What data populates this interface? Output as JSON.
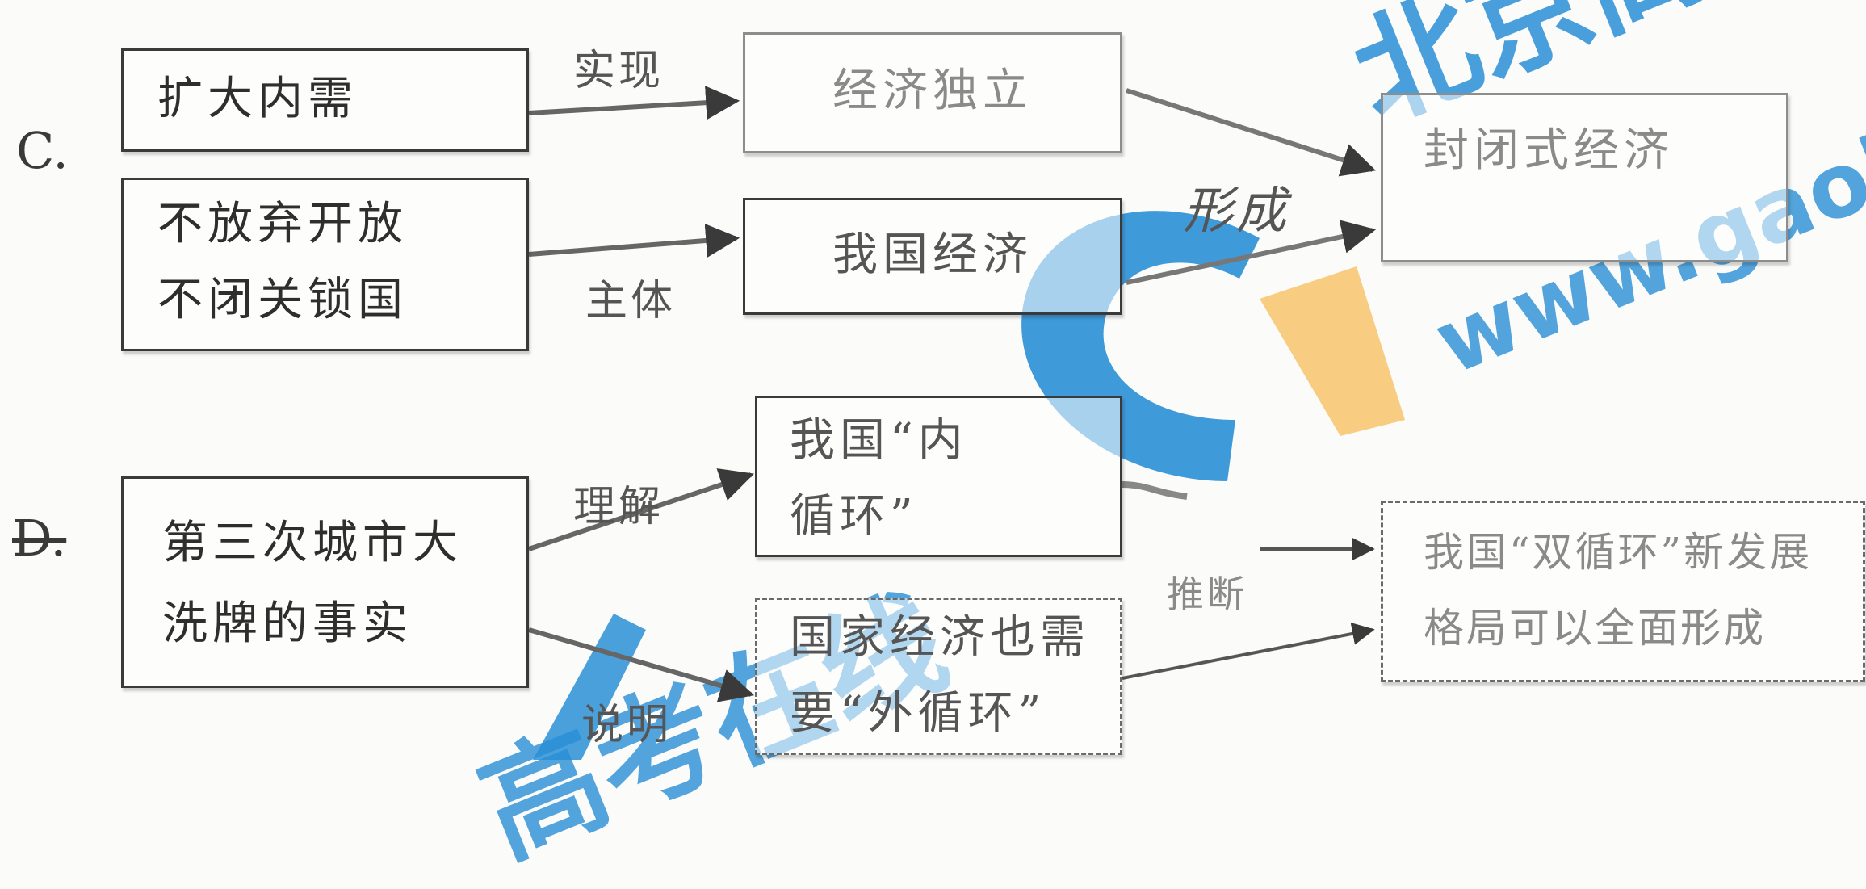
{
  "options": {
    "c": "C.",
    "d": "D."
  },
  "boxes": {
    "c_expand": "扩大内需",
    "c_open_1": "不放弃开放",
    "c_open_2": "不闭关锁国",
    "c_econ_indep": "经济独立",
    "c_our_econ": "我国经济",
    "c_result_1": "封闭式经济",
    "c_result_2": "",
    "d_fact_1": "第三次城市大",
    "d_fact_2": "洗牌的事实",
    "d_inner_1": "我国“内",
    "d_inner_2": "循环”",
    "d_outer_1": "国家经济也需",
    "d_outer_2": "要“外循环”",
    "d_result_1": "我国“双循环”新发展",
    "d_result_2": "格局可以全面形成"
  },
  "labels": {
    "realize": "实现",
    "subject": "主体",
    "form": "形成",
    "understand": "理解",
    "explain": "说明",
    "infer": "推断"
  },
  "watermark": {
    "brand": "北京高考在线",
    "url": "www.gaokzx.com",
    "brand_bottom": "高考在线"
  },
  "colors": {
    "watermark_blue": "#2a8fd6",
    "watermark_orange": "#f7c873"
  }
}
